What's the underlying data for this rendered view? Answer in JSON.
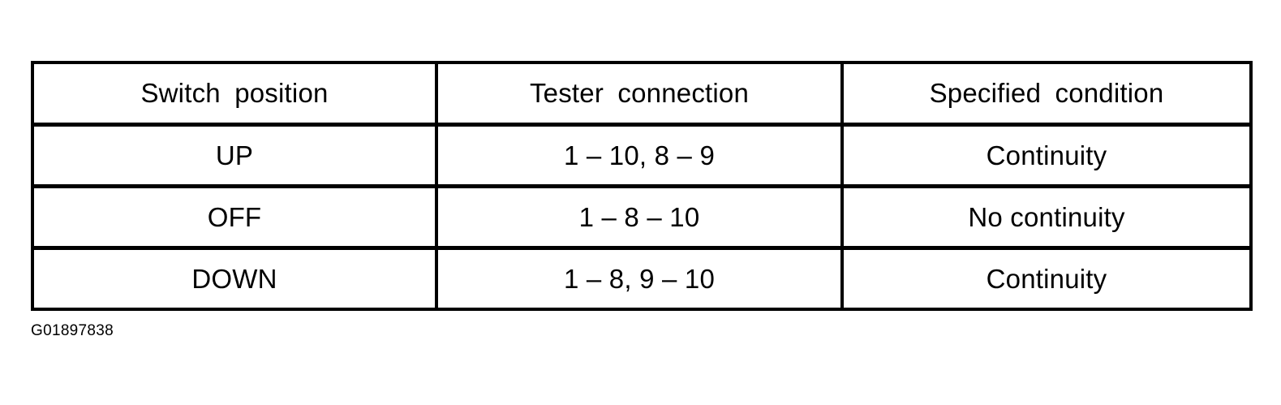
{
  "document": {
    "type": "inspection-specification-table",
    "background_color": "#ffffff",
    "ink_color": "#000000"
  },
  "table": {
    "headers": [
      "Switch position",
      "Tester connection",
      "Specified condition"
    ],
    "rows": [
      {
        "switch_position": "UP",
        "tester_connection": "1 – 10, 8 – 9",
        "specified_condition": "Continuity"
      },
      {
        "switch_position": "OFF",
        "tester_connection": "1 – 8 – 10",
        "specified_condition": "No continuity"
      },
      {
        "switch_position": "DOWN",
        "tester_connection": "1 – 8, 9 – 10",
        "specified_condition": "Continuity"
      }
    ]
  },
  "caption": {
    "figure_id": "G01897838"
  }
}
